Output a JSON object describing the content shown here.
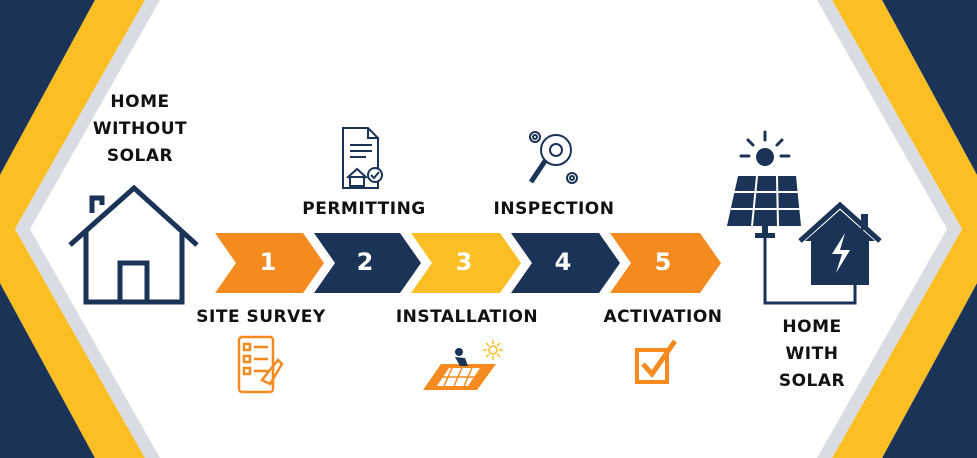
{
  "start": {
    "lines": [
      "HOME",
      "WITHOUT",
      "SOLAR"
    ]
  },
  "end": {
    "lines": [
      "HOME",
      "WITH",
      "SOLAR"
    ]
  },
  "steps": [
    {
      "number": "1",
      "label": "SITE SURVEY",
      "color": "#f58a1f"
    },
    {
      "number": "2",
      "label": "PERMITTING",
      "color": "#1a3356"
    },
    {
      "number": "3",
      "label": "INSTALLATION",
      "color": "#fbbf24"
    },
    {
      "number": "4",
      "label": "INSPECTION",
      "color": "#1a3356"
    },
    {
      "number": "5",
      "label": "ACTIVATION",
      "color": "#f58a1f"
    }
  ],
  "colors": {
    "navy": "#1a3356",
    "orange": "#f58a1f",
    "yellow": "#fbbf24"
  },
  "icons": [
    "house-outline-icon",
    "document-house-icon",
    "checklist-hand-icon",
    "magnifier-gears-icon",
    "roof-worker-icon",
    "checkbox-check-icon",
    "solar-panel-sun-icon",
    "house-lightning-icon"
  ]
}
